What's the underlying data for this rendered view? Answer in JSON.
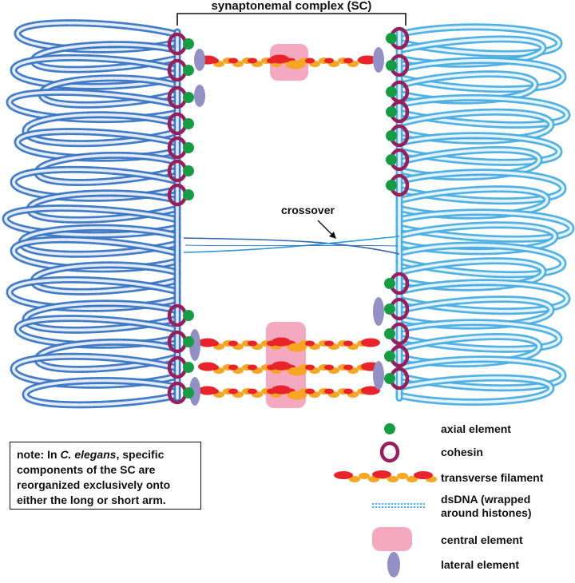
{
  "title": "synaptonemal complex (SC)",
  "crossover_label": "crossover",
  "note": {
    "prefix": "note: In ",
    "species": "C. elegans",
    "suffix": ", specific components of the SC are reorganized exclusively onto either the long or short arm."
  },
  "legend": [
    {
      "key": "axial",
      "label": "axial element"
    },
    {
      "key": "cohesin",
      "label": "cohesin"
    },
    {
      "key": "tf",
      "label": "transverse filament"
    },
    {
      "key": "dna",
      "label": "dsDNA (wrapped\naround histones)"
    },
    {
      "key": "central",
      "label": "central element"
    },
    {
      "key": "lateral",
      "label": "lateral element"
    }
  ],
  "colors": {
    "left_dna": "#3a76c4",
    "right_dna": "#49aee3",
    "axial": "#169c43",
    "cohesin": "#961f5c",
    "tf_red": "#e8232b",
    "tf_orange": "#f6a623",
    "central": "#f29ab6",
    "lateral": "#9290c4"
  }
}
